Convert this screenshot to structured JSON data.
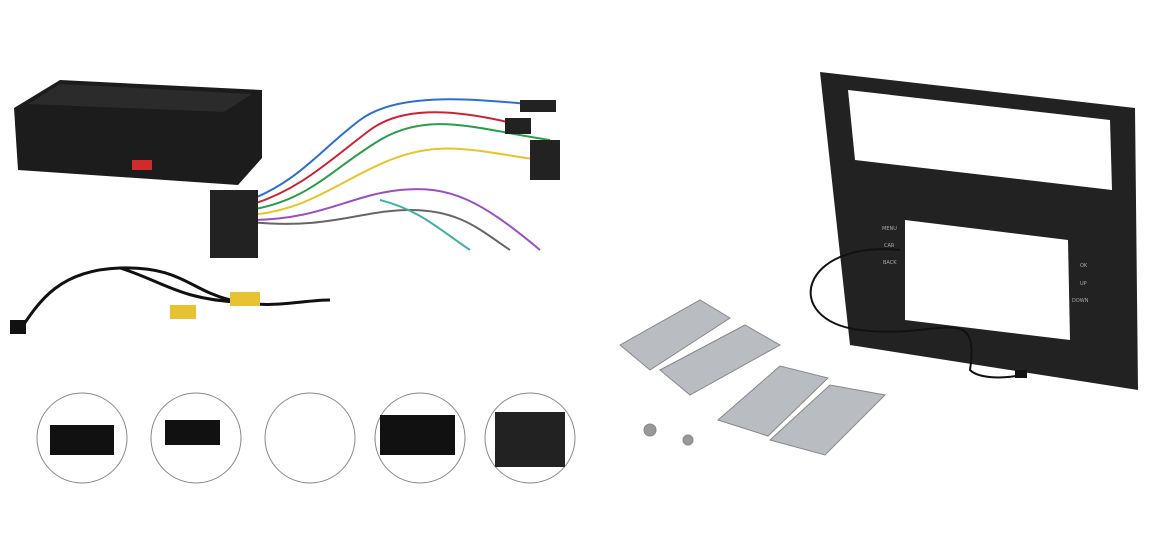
{
  "fascia": {
    "left_buttons": [
      "MENU",
      "CAR",
      "BACK"
    ],
    "right_buttons": [
      "OK",
      "UP",
      "DOWN"
    ]
  },
  "colors": {
    "module": "#1c1c1c",
    "fascia": "#222222",
    "bracket": "#b9bcc0",
    "rca": "#e7c233"
  }
}
